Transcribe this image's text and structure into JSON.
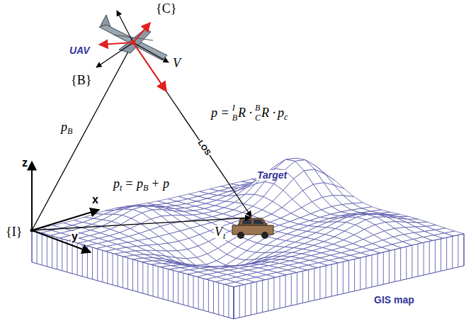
{
  "diagram": {
    "labels": [
      "{C}",
      "UAV",
      "{B}",
      "V",
      "p",
      "B",
      "p =",
      "I",
      "B",
      "R ·",
      "B",
      "C",
      "R ·",
      "p",
      "c",
      "LOS",
      "Target",
      "z",
      "p",
      "t",
      "= p",
      "B",
      "+ p",
      "x",
      "{I}",
      "V",
      "t",
      "y",
      "GIS map"
    ]
  }
}
